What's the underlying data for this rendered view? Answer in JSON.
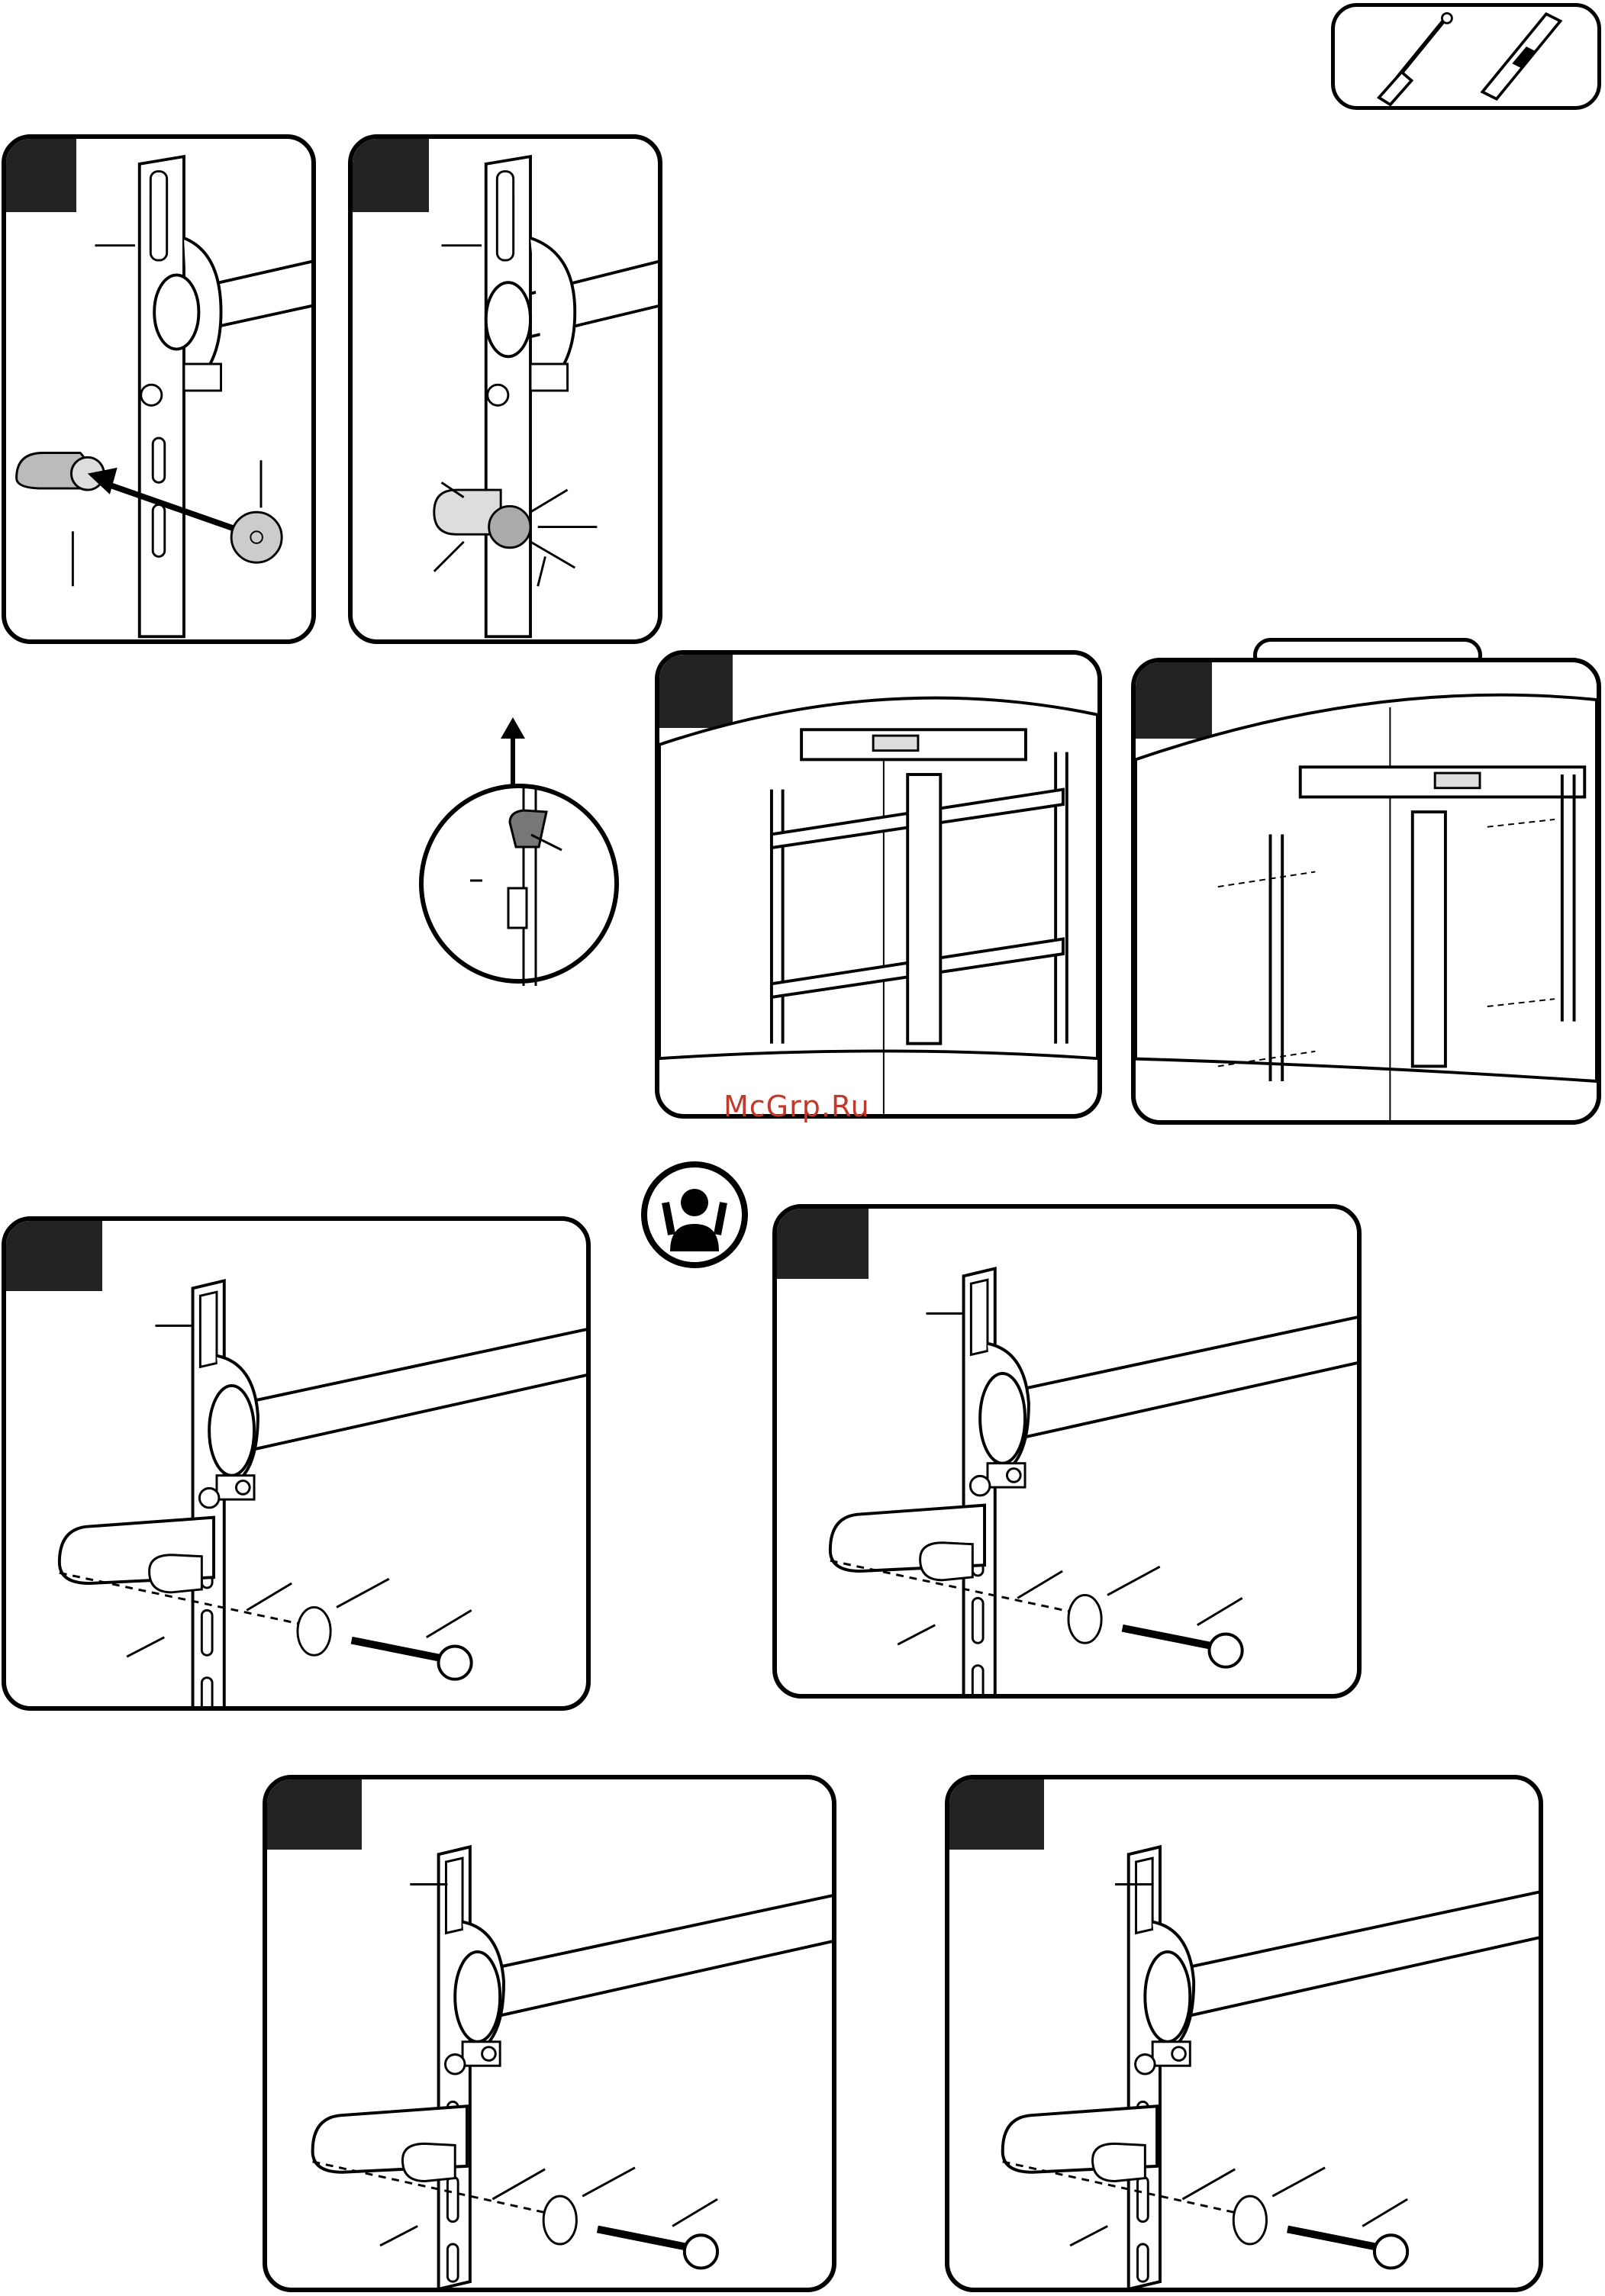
{
  "watermark": {
    "text": "McGrp.Ru",
    "color": "#c0392b"
  },
  "colors": {
    "ink": "#000000",
    "step_badge": "#222222",
    "fill_grey": "#cccccc"
  },
  "icons": [
    "screwdriver-icon",
    "level-icon",
    "two-person-lift-icon"
  ],
  "panels": [
    {
      "name": "step-panel-1"
    },
    {
      "name": "step-panel-2"
    },
    {
      "name": "step-panel-3"
    },
    {
      "name": "step-panel-4"
    },
    {
      "name": "step-panel-5"
    },
    {
      "name": "step-panel-6"
    },
    {
      "name": "step-panel-7"
    },
    {
      "name": "step-panel-8"
    }
  ]
}
